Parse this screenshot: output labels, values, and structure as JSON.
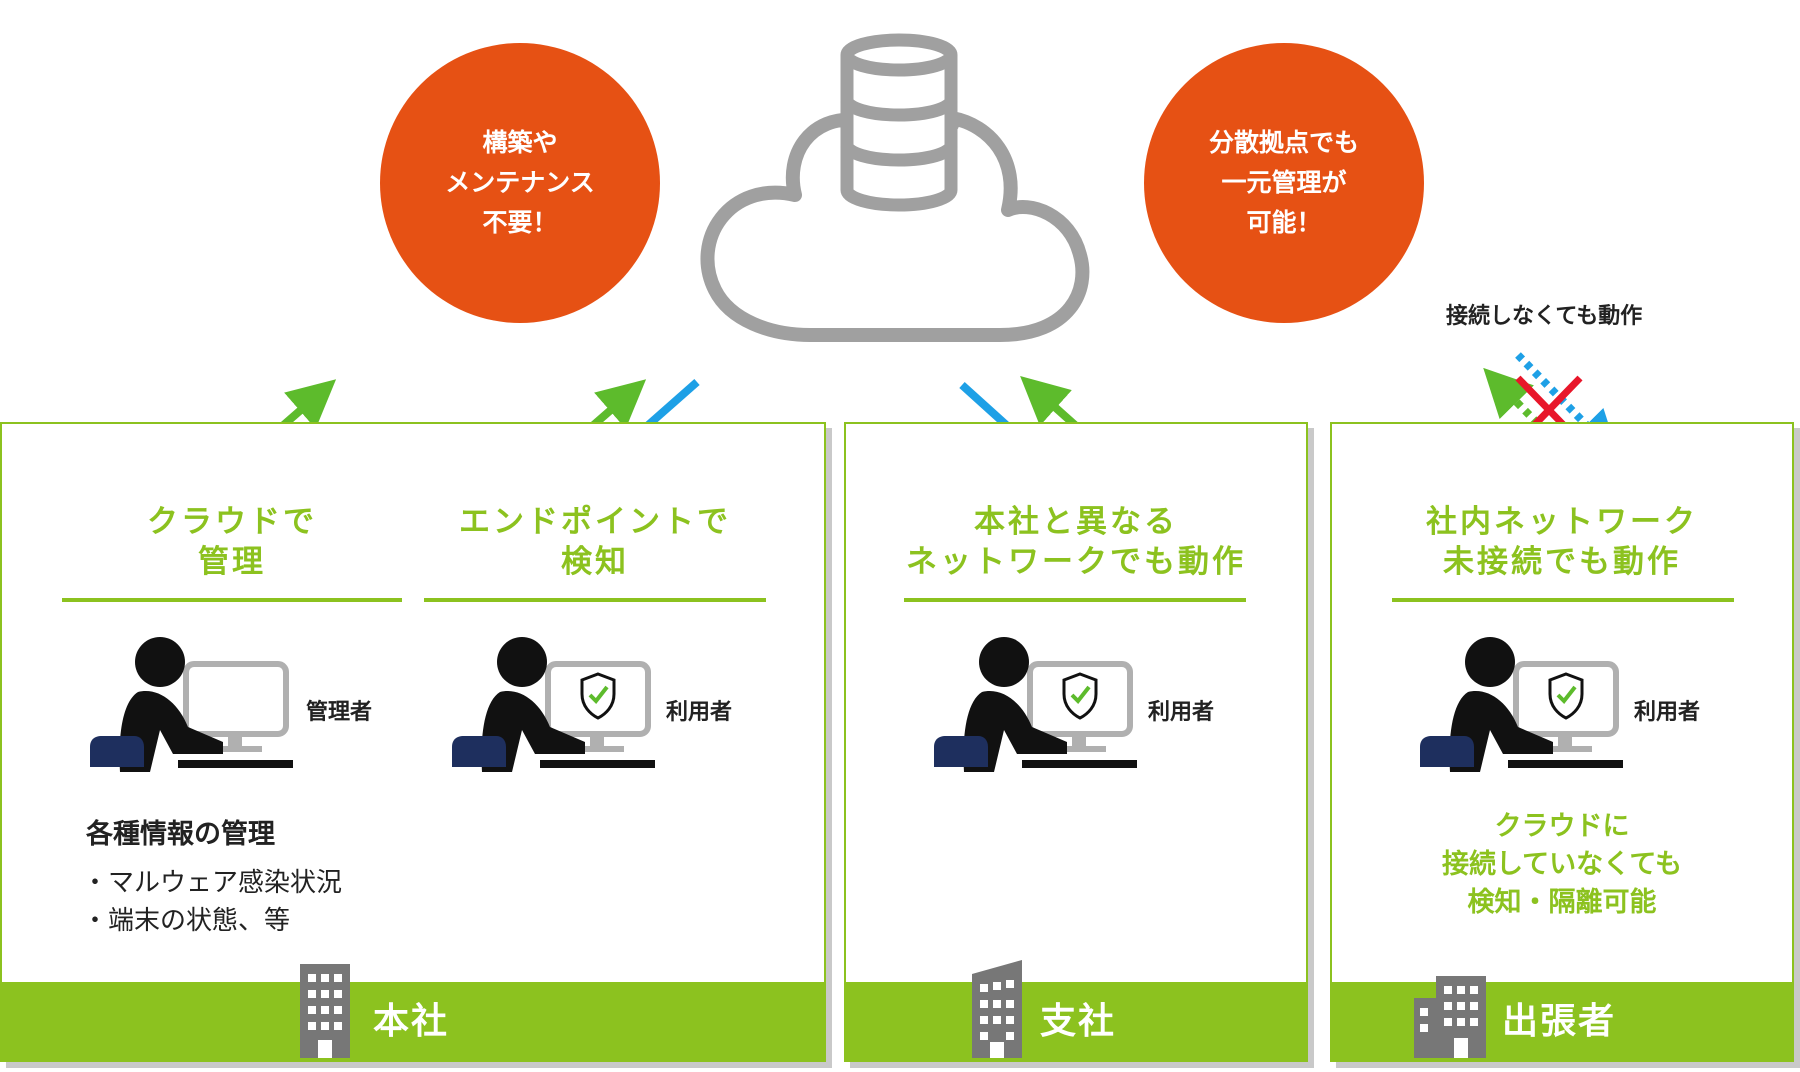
{
  "bubbles": {
    "left": "構築や\nメンテナンス\n不要！",
    "right": "分散拠点でも\n一元管理が\n可能！"
  },
  "caption_offline": "接続しなくても動作",
  "panels": {
    "honsha": {
      "footer_label": "本社",
      "heading_left": "クラウドで\n管理",
      "heading_right": "エンドポイントで\n検知",
      "role_admin": "管理者",
      "role_user": "利用者",
      "info_title": "各種情報の管理",
      "bullets": [
        "・マルウェア感染状況",
        "・端末の状態、等"
      ]
    },
    "shisha": {
      "footer_label": "支社",
      "heading": "本社と異なる\nネットワークでも動作",
      "role_user": "利用者"
    },
    "shucchosha": {
      "footer_label": "出張者",
      "heading": "社内ネットワーク\n未接続でも動作",
      "role_user": "利用者",
      "note": "クラウドに\n接続していなくても\n検知・隔離可能"
    }
  },
  "colors": {
    "accent_green": "#8cc21f",
    "bubble_orange": "#e65114",
    "arrow_blue": "#1ea0e6",
    "cross_red": "#e8162a",
    "cloud_gray": "#a0a0a0",
    "chair_navy": "#1e2f5e"
  },
  "icons": [
    "cloud-database-icon",
    "person-at-computer-icon",
    "shield-check-icon",
    "building-icon"
  ]
}
